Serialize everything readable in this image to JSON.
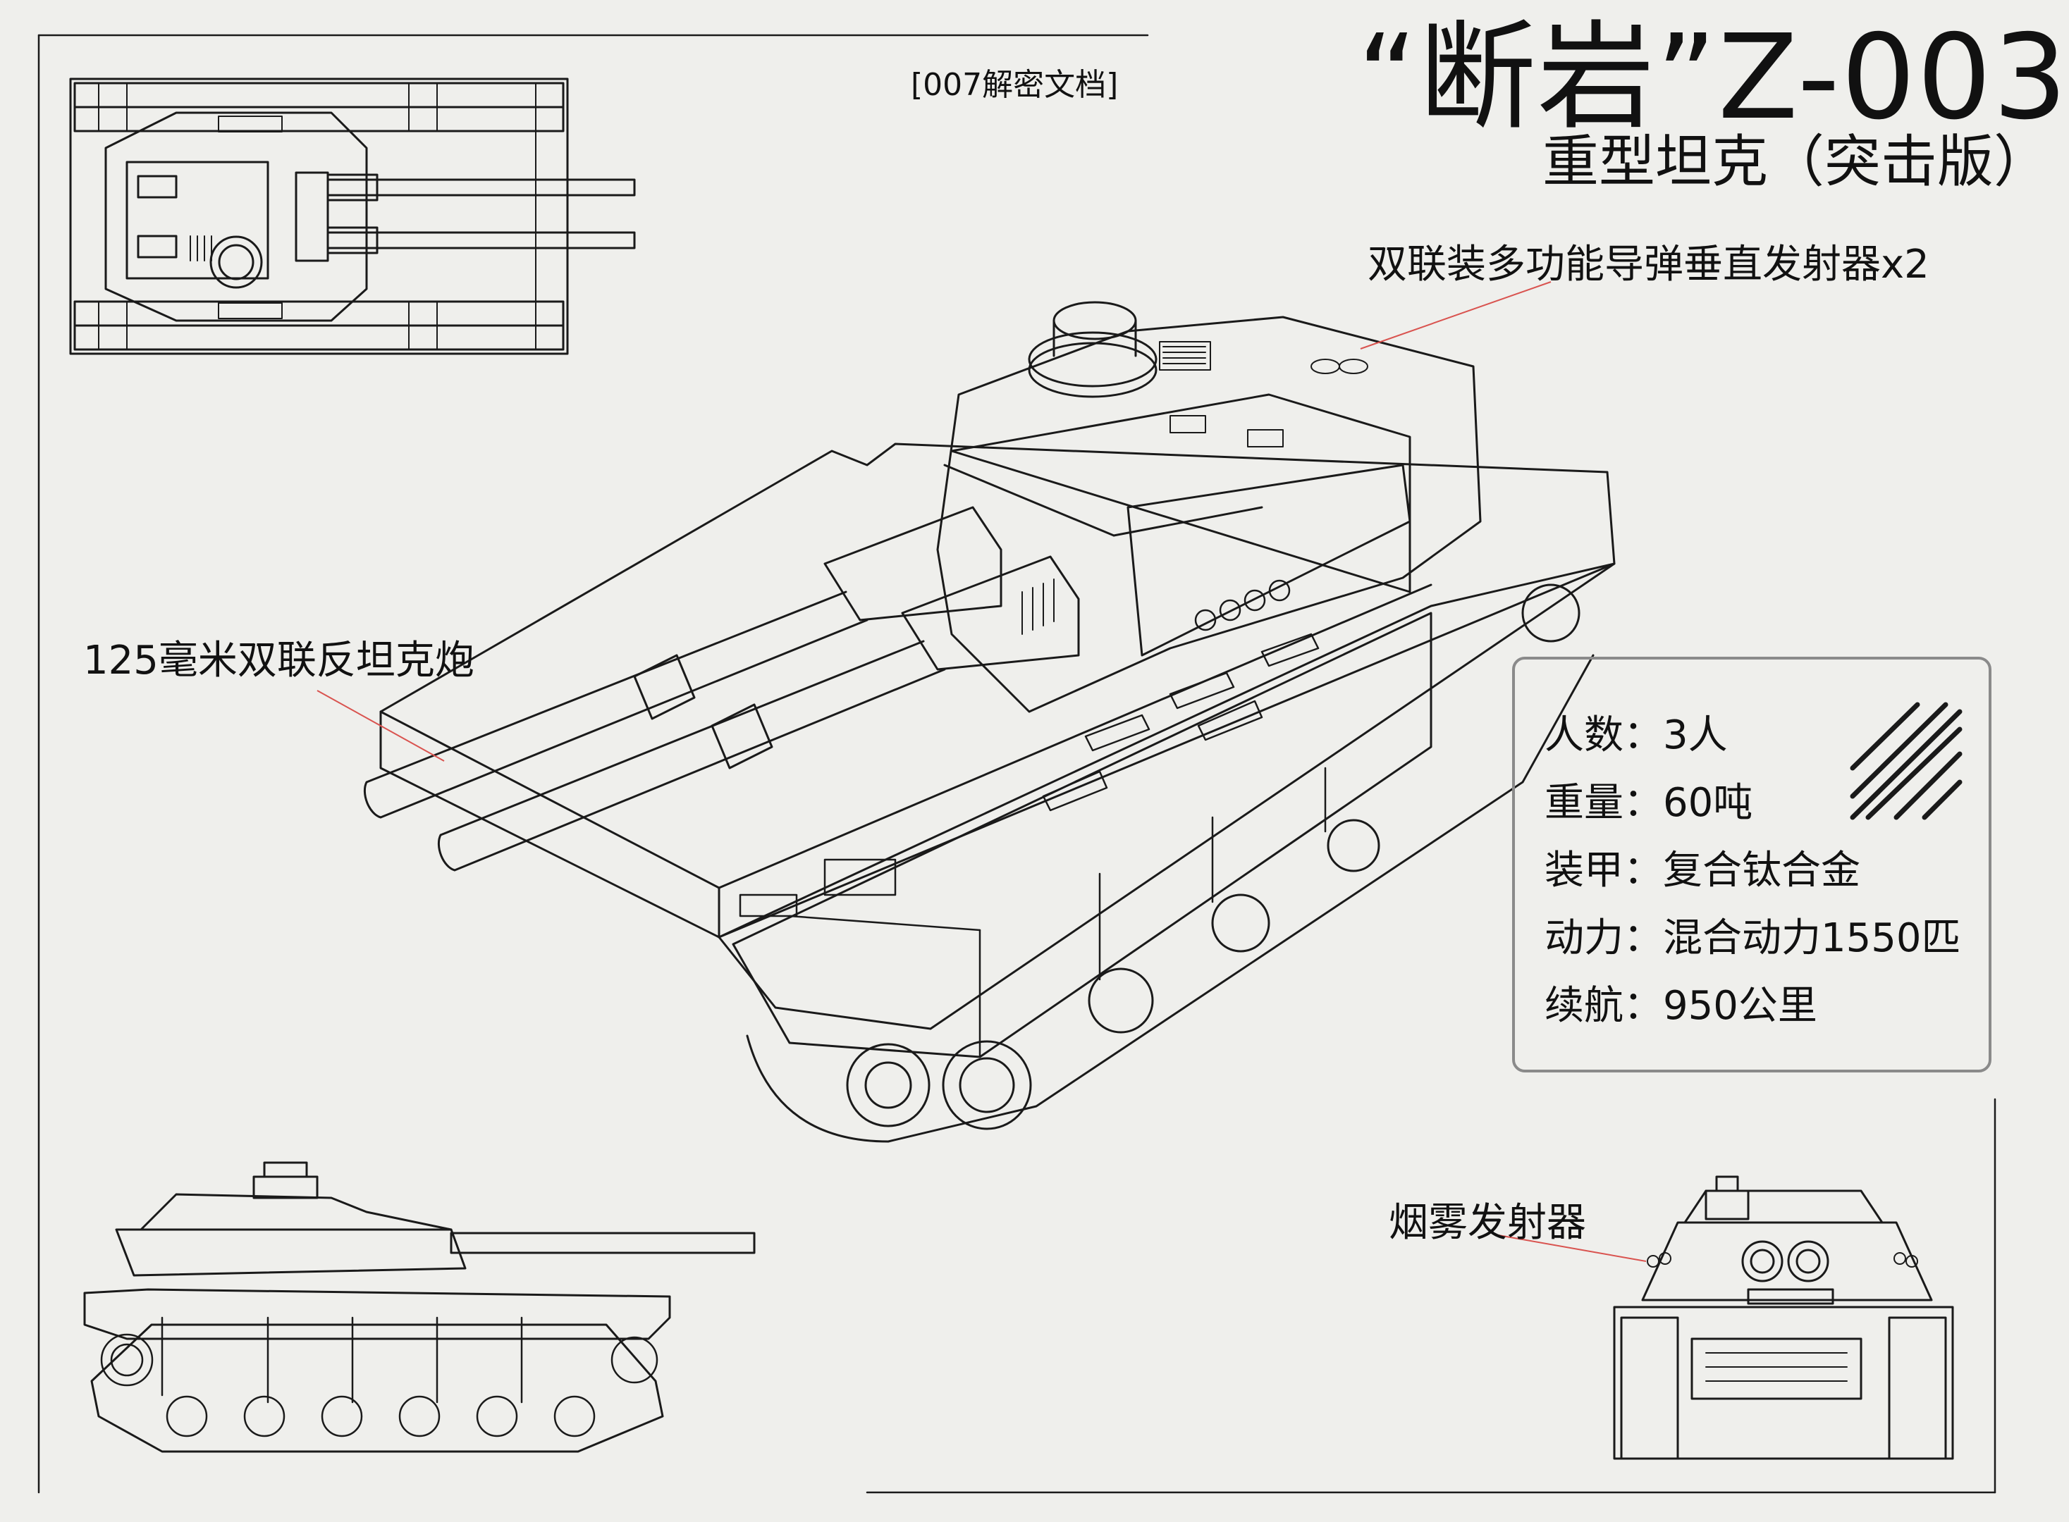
{
  "doc_tag": "[007解密文档]",
  "title": {
    "main": "“断岩”Z-003",
    "sub": "重型坦克（突击版）"
  },
  "labels": {
    "missile": "双联装多功能导弹垂直发射器x2",
    "gun": "125毫米双联反坦克炮",
    "smoke": "烟雾发射器"
  },
  "specs": [
    {
      "key": "人数",
      "sep": "：",
      "value": "3人"
    },
    {
      "key": "重量",
      "sep": "：",
      "value": "60吨"
    },
    {
      "key": "装甲",
      "sep": "：",
      "value": "复合钛合金"
    },
    {
      "key": "动力",
      "sep": "：",
      "value": "混合动力1550匹"
    },
    {
      "key": "续航",
      "sep": "：",
      "value": "950公里"
    }
  ],
  "colors": {
    "paper": "#efefec",
    "ink": "#111111",
    "leader_line": "#d9534f",
    "box_border": "#8a8a8a"
  }
}
